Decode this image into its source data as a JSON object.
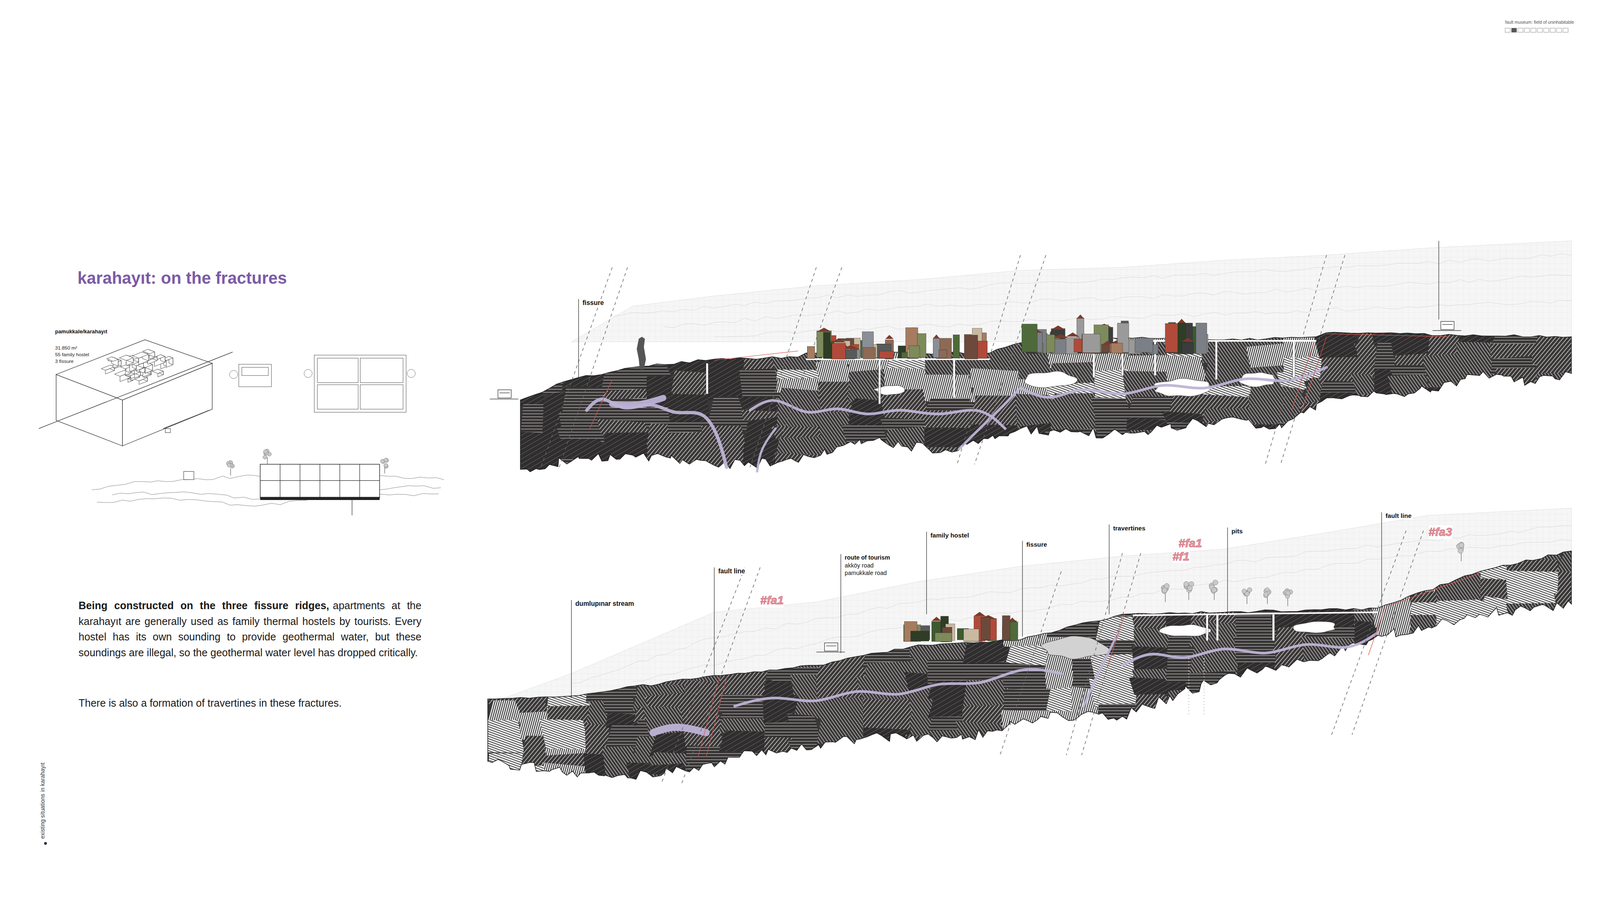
{
  "diagram": {
    "title": "karahayıt: on the fractures",
    "labels": [
      "fault museum: field of uninhabitable",
      "pamukkale/karahayıt",
      "31.850 m²",
      "55 family hostel",
      "3 fissure",
      "Being constructed on the three fissure ridges,",
      "apartments at the karahayıt are generally used as family thermal hostels by tourists. Every hostel has its own sounding to provide geothermal water, but these soundings are illegal, so the geothermal water level has dropped critically.",
      "There is also a formation of travertines in these fractures.",
      "existing situations in karahayıt",
      "fissure",
      "dumlupınar stream",
      "fault line",
      "#fa1",
      "route of tourism",
      "akköy road",
      "pamukkale road",
      "family hostel",
      "fissure",
      "travertines",
      "#fa1",
      "#f1",
      "pits",
      "fault line",
      "#fa3"
    ]
  }
}
